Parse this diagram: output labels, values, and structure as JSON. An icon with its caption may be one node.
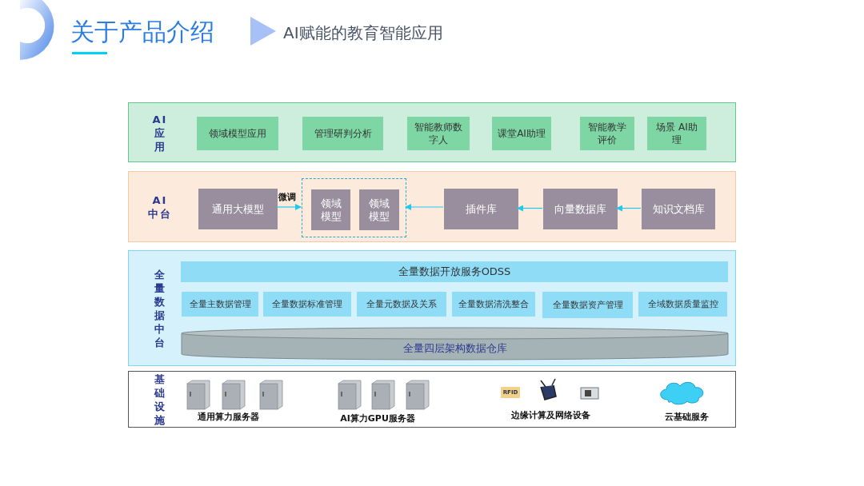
{
  "diagram": {
    "title": "关于产品介绍",
    "nodes": [
      {
        "text": [
          "AI应用"
        ]
      },
      {
        "text": [
          "领域模型应用"
        ],
        "in": 0
      },
      {
        "text": [
          "管理研判分析"
        ],
        "in": 0
      },
      {
        "text": [
          "智能教师数字人"
        ],
        "in": 0
      },
      {
        "text": [
          "课堂AI助理"
        ],
        "in": 0
      },
      {
        "text": [
          "智能教学评价"
        ],
        "in": 0
      },
      {
        "text": [
          "场景 AI助理"
        ],
        "in": 0
      },
      {
        "text": [
          "AI中台"
        ]
      },
      {
        "text": [
          "通用大模型"
        ],
        "in": 7
      },
      {
        "text": [],
        "shape": "box",
        "in": 7
      },
      {
        "text": [
          "领域模型"
        ],
        "in": 9
      },
      {
        "text": [
          "领域模型"
        ],
        "in": 9
      },
      {
        "text": [
          "插件库"
        ],
        "in": 7
      },
      {
        "text": [
          "向量数据库"
        ],
        "in": 7
      },
      {
        "text": [
          "知识文档库"
        ],
        "in": 7
      },
      {
        "text": [
          "全量数据中台"
        ]
      },
      {
        "text": [
          "全量数据开放服务ODSS"
        ],
        "in": 15
      },
      {
        "text": [
          "全量主数据管理"
        ],
        "in": 15
      },
      {
        "text": [
          "全量数据标准管理"
        ],
        "in": 15
      },
      {
        "text": [
          "全量元数据及关系"
        ],
        "in": 15
      },
      {
        "text": [
          "全量数据清洗整合"
        ],
        "in": 15
      },
      {
        "text": [
          "全量数据资产管理"
        ],
        "in": 15
      },
      {
        "text": [
          "全域数据质量监控"
        ],
        "in": 15
      },
      {
        "text": [
          "全量四层架构数据仓库"
        ],
        "in": 15
      },
      {
        "text": [
          "基础设施"
        ]
      }
    ],
    "edges": [
      {
        "from": 8,
        "to": 9,
        "arrow": "to",
        "label": "微调"
      },
      {
        "from": 12,
        "to": 9,
        "arrow": "to"
      },
      {
        "from": 13,
        "to": 12,
        "arrow": "to"
      },
      {
        "from": 14,
        "to": 13,
        "arrow": "to"
      }
    ],
    "labels": [
      "AI赋能的教育智能应用",
      "RFID",
      "通用算力服务器",
      "AI算力GPU服务器",
      "边缘计算及网络设备",
      "云基础服务"
    ]
  }
}
